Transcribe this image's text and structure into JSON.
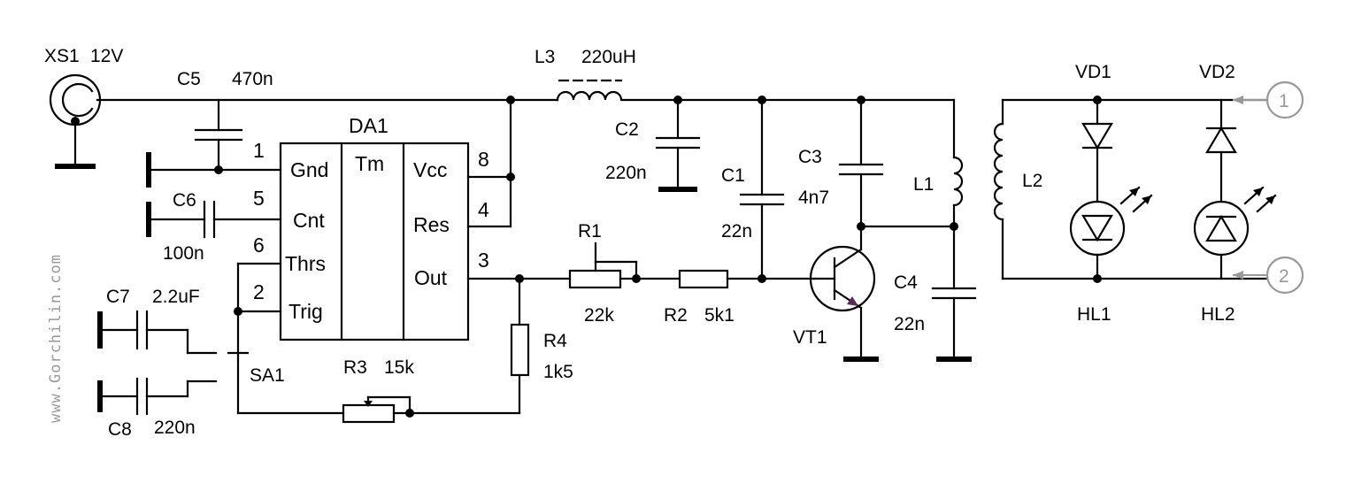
{
  "watermark": "www.Gorchilin.com",
  "power": {
    "connector": "XS1",
    "voltage": "12V"
  },
  "ic": {
    "ref": "DA1",
    "pins_left": [
      {
        "num": "1",
        "name": "Gnd"
      },
      {
        "num": "5",
        "name": "Cnt"
      },
      {
        "num": "6",
        "name": "Thrs"
      },
      {
        "num": "2",
        "name": "Trig"
      }
    ],
    "center_label": "Tm",
    "pins_right": [
      {
        "num": "8",
        "name": "Vcc"
      },
      {
        "num": "4",
        "name": "Res"
      },
      {
        "num": "3",
        "name": "Out"
      }
    ]
  },
  "components": {
    "C5": {
      "ref": "C5",
      "value": "470n"
    },
    "C6": {
      "ref": "C6",
      "value": "100n"
    },
    "C7": {
      "ref": "C7",
      "value": "2.2uF"
    },
    "C8": {
      "ref": "C8",
      "value": "220n"
    },
    "SA1": {
      "ref": "SA1"
    },
    "L3": {
      "ref": "L3",
      "value": "220uH"
    },
    "C2": {
      "ref": "C2",
      "value": "220n"
    },
    "C1": {
      "ref": "C1",
      "value": "22n"
    },
    "C3": {
      "ref": "C3",
      "value": "4n7"
    },
    "C4": {
      "ref": "C4",
      "value": "22n"
    },
    "L1": {
      "ref": "L1"
    },
    "L2": {
      "ref": "L2"
    },
    "R1": {
      "ref": "R1",
      "value": "22k"
    },
    "R2": {
      "ref": "R2",
      "value": "5k1"
    },
    "R3": {
      "ref": "R3",
      "value": "15k"
    },
    "R4": {
      "ref": "R4",
      "value": "1k5"
    },
    "VT1": {
      "ref": "VT1"
    },
    "VD1": {
      "ref": "VD1"
    },
    "VD2": {
      "ref": "VD2"
    },
    "HL1": {
      "ref": "HL1"
    },
    "HL2": {
      "ref": "HL2"
    }
  },
  "markers": [
    "1",
    "2"
  ],
  "colors": {
    "wire": "#000000",
    "marker": "#999999",
    "watermark": "#9a9a9a"
  }
}
